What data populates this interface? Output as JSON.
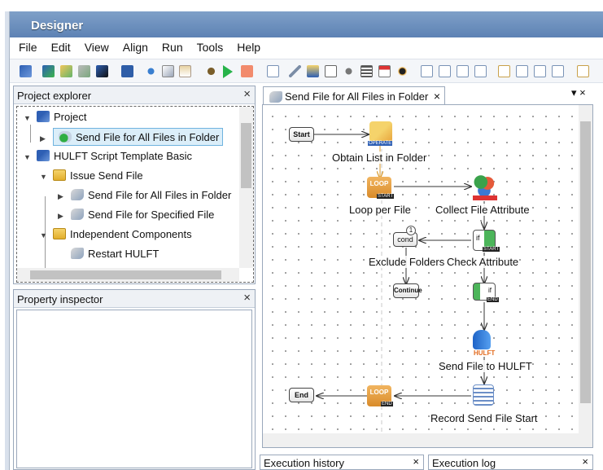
{
  "window": {
    "title": "Designer"
  },
  "menu": [
    "File",
    "Edit",
    "View",
    "Align",
    "Run",
    "Tools",
    "Help"
  ],
  "project_explorer": {
    "title": "Project explorer",
    "close": "×",
    "items": [
      {
        "label": "Project",
        "icon": "project-icon"
      },
      {
        "label": "Send File for All Files in Folder",
        "icon": "script-ok-icon",
        "selected": true
      },
      {
        "label": "HULFT Script Template Basic",
        "icon": "project-icon"
      },
      {
        "label": "Issue Send File",
        "icon": "folder-icon"
      },
      {
        "label": "Send File for All Files in Folder",
        "icon": "script-icon"
      },
      {
        "label": "Send File for Specified File",
        "icon": "script-icon"
      },
      {
        "label": "Independent Components",
        "icon": "folder-icon"
      },
      {
        "label": "Restart HULFT",
        "icon": "script-icon"
      }
    ]
  },
  "property_inspector": {
    "title": "Property inspector",
    "close": "×"
  },
  "editor": {
    "tab_label": "Send File for All Files in Folder",
    "tab_close": "×",
    "panel_controls": "▾ ×"
  },
  "flow": {
    "start": "Start",
    "end": "End",
    "continue": "Continue",
    "cond": "cond",
    "if": "if",
    "loop": "LOOP",
    "start_badge": "START",
    "end_badge": "END",
    "operate_badge": "OPERATE",
    "hulft_badge": "HULFT",
    "labels": {
      "obtain": "Obtain List in Folder",
      "loop": "Loop per File",
      "collect": "Collect File Attribute",
      "exclude": "Exclude Folders",
      "check": "Check Attribute",
      "send": "Send File to HULFT",
      "record": "Record Send File Start"
    },
    "step_number": "1"
  },
  "bottom": {
    "history": "Execution history",
    "log": "Execution log",
    "close": "×"
  }
}
